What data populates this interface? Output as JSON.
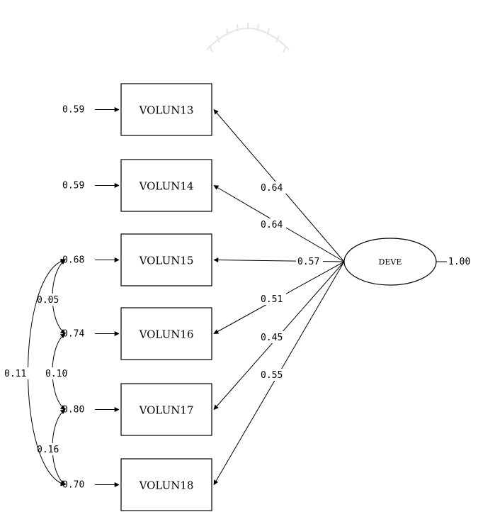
{
  "latent": {
    "name": "DEVE",
    "variance": "1.00"
  },
  "observed": [
    {
      "name": "VOLUN13",
      "error": "0.59",
      "loading": "0.64"
    },
    {
      "name": "VOLUN14",
      "error": "0.59",
      "loading": "0.64"
    },
    {
      "name": "VOLUN15",
      "error": "0.68",
      "loading": "0.57"
    },
    {
      "name": "VOLUN16",
      "error": "0.74",
      "loading": "0.51"
    },
    {
      "name": "VOLUN17",
      "error": "0.80",
      "loading": "0.45"
    },
    {
      "name": "VOLUN18",
      "error": "0.70",
      "loading": "0.55"
    }
  ],
  "error_covariances": [
    {
      "between": [
        "VOLUN15",
        "VOLUN16"
      ],
      "value": "0.05"
    },
    {
      "between": [
        "VOLUN16",
        "VOLUN17"
      ],
      "value": "0.10"
    },
    {
      "between": [
        "VOLUN17",
        "VOLUN18"
      ],
      "value": "0.16"
    },
    {
      "between": [
        "VOLUN15",
        "VOLUN18"
      ],
      "value": "0.11"
    }
  ]
}
